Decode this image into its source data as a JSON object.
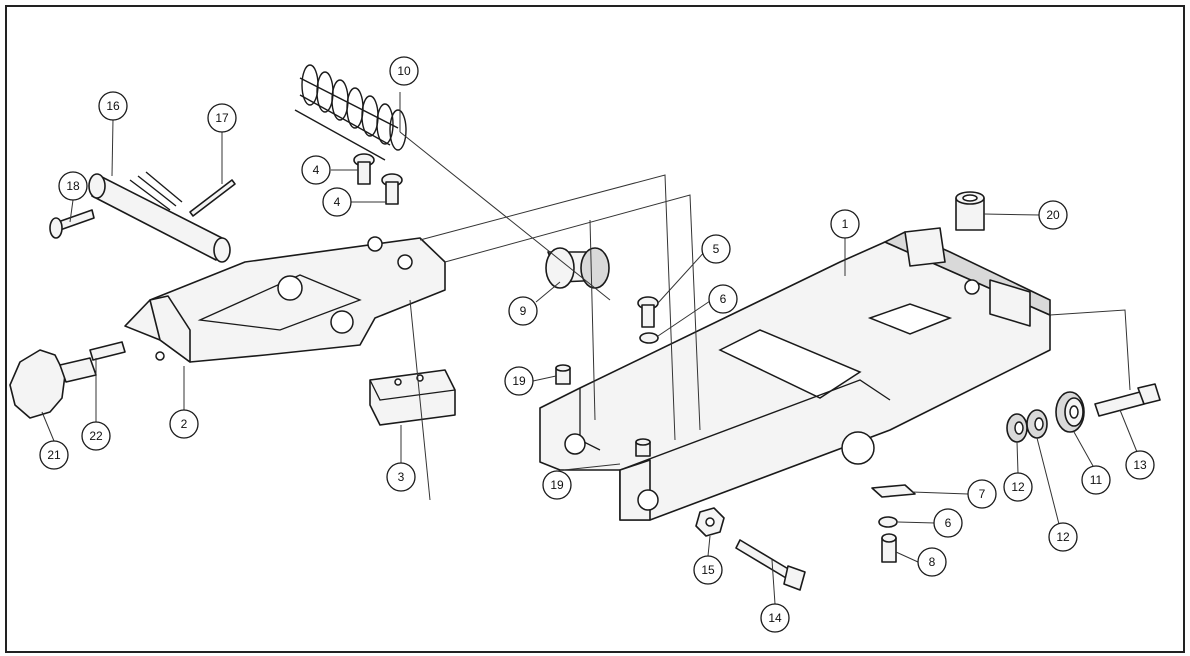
{
  "diagram": {
    "callouts": [
      {
        "id": "c1",
        "label": "1"
      },
      {
        "id": "c2",
        "label": "2"
      },
      {
        "id": "c3",
        "label": "3"
      },
      {
        "id": "c4a",
        "label": "4"
      },
      {
        "id": "c4b",
        "label": "4"
      },
      {
        "id": "c5",
        "label": "5"
      },
      {
        "id": "c6a",
        "label": "6"
      },
      {
        "id": "c6b",
        "label": "6"
      },
      {
        "id": "c7",
        "label": "7"
      },
      {
        "id": "c8",
        "label": "8"
      },
      {
        "id": "c9",
        "label": "9"
      },
      {
        "id": "c10",
        "label": "10"
      },
      {
        "id": "c11",
        "label": "11"
      },
      {
        "id": "c12a",
        "label": "12"
      },
      {
        "id": "c12b",
        "label": "12"
      },
      {
        "id": "c13",
        "label": "13"
      },
      {
        "id": "c14",
        "label": "14"
      },
      {
        "id": "c15",
        "label": "15"
      },
      {
        "id": "c16",
        "label": "16"
      },
      {
        "id": "c17",
        "label": "17"
      },
      {
        "id": "c18",
        "label": "18"
      },
      {
        "id": "c19a",
        "label": "19"
      },
      {
        "id": "c19b",
        "label": "19"
      },
      {
        "id": "c20",
        "label": "20"
      },
      {
        "id": "c21",
        "label": "21"
      },
      {
        "id": "c22",
        "label": "22"
      }
    ]
  }
}
